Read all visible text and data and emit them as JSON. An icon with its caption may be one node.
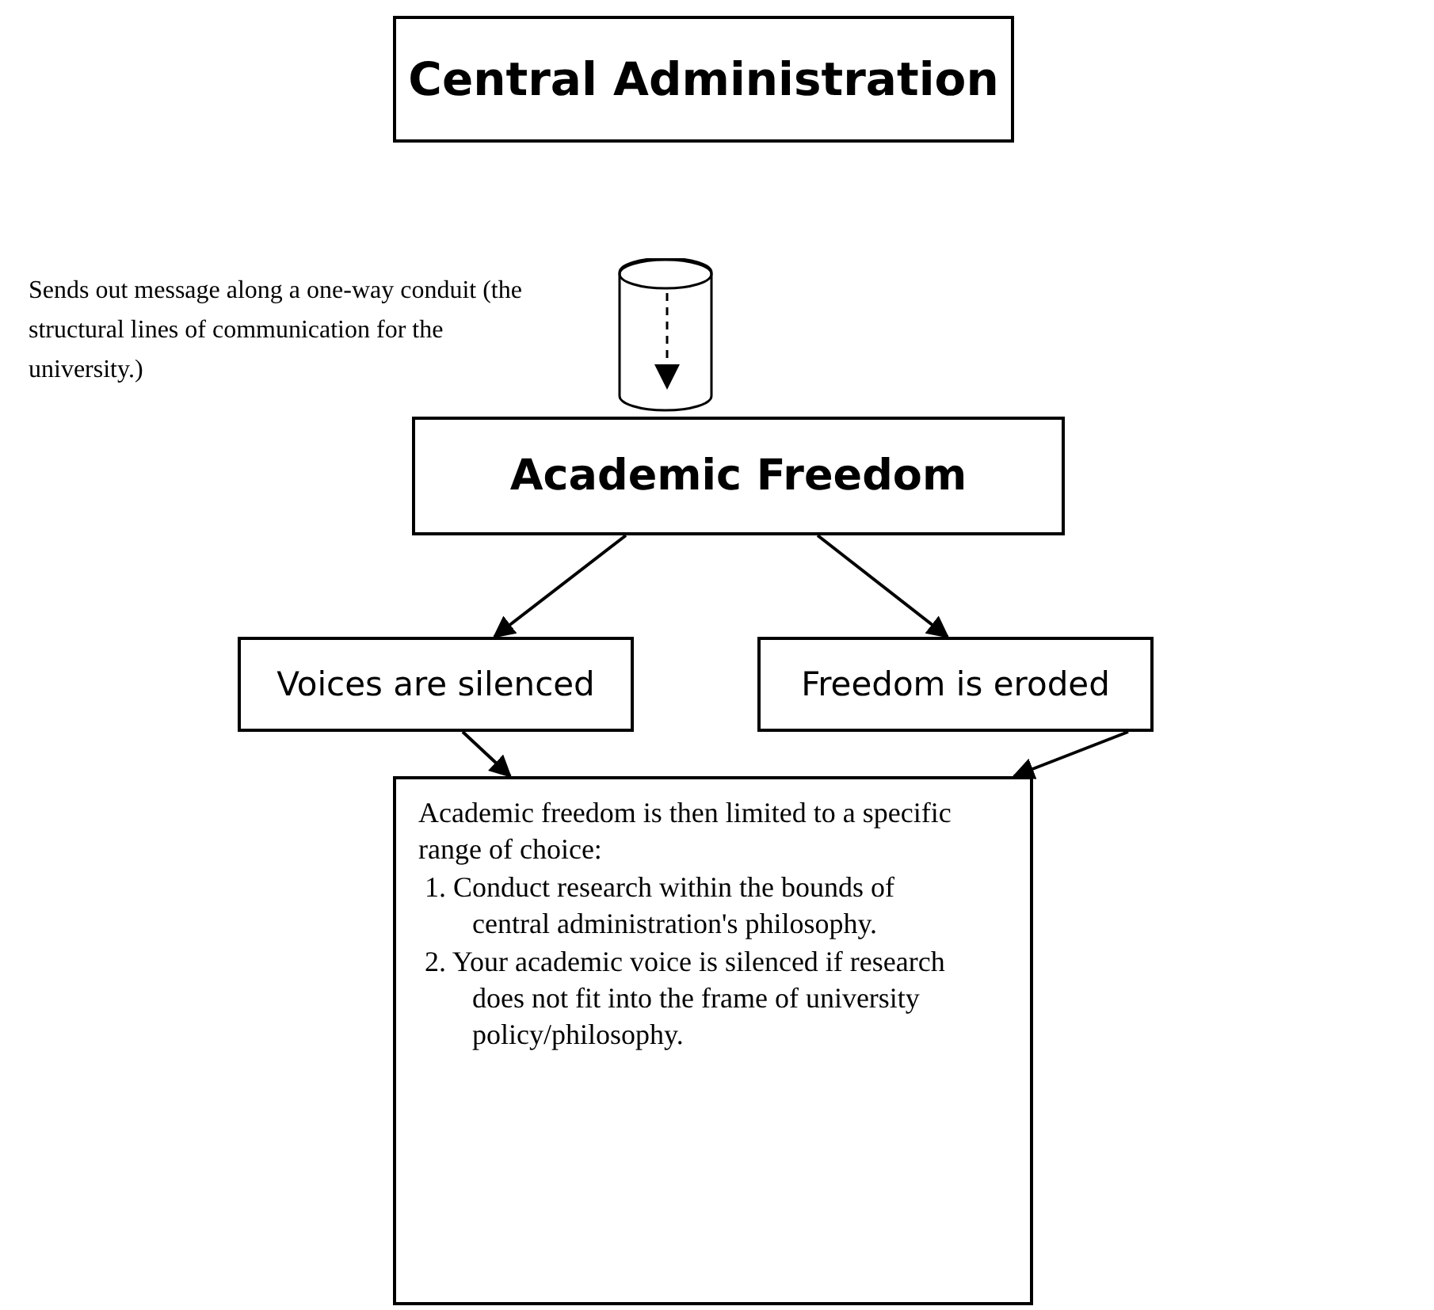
{
  "diagram": {
    "nodes": [
      {
        "text": [
          "Central Administration"
        ]
      },
      {
        "text": [],
        "shape": "cylinder"
      },
      {
        "text": [
          "Academic Freedom"
        ]
      },
      {
        "text": [
          "Voices are silenced"
        ]
      },
      {
        "text": [
          "Freedom is eroded"
        ]
      },
      {
        "text": [
          "Academic freedom is then limited to a specific range of choice:",
          "1. Conduct research within the bounds of central administration's philosophy.",
          "2. Your academic voice is silenced if research does not fit into the frame of university policy/philosophy."
        ]
      }
    ],
    "edges": [
      {
        "from": 2,
        "to": 3,
        "arrow": "to"
      },
      {
        "from": 2,
        "to": 4,
        "arrow": "to"
      },
      {
        "from": 3,
        "to": 5,
        "arrow": "to"
      },
      {
        "from": 4,
        "to": 5,
        "arrow": "to"
      }
    ],
    "labels": [
      "Sends out message along a one-way conduit (the structural lines of communication for the university.)"
    ]
  }
}
